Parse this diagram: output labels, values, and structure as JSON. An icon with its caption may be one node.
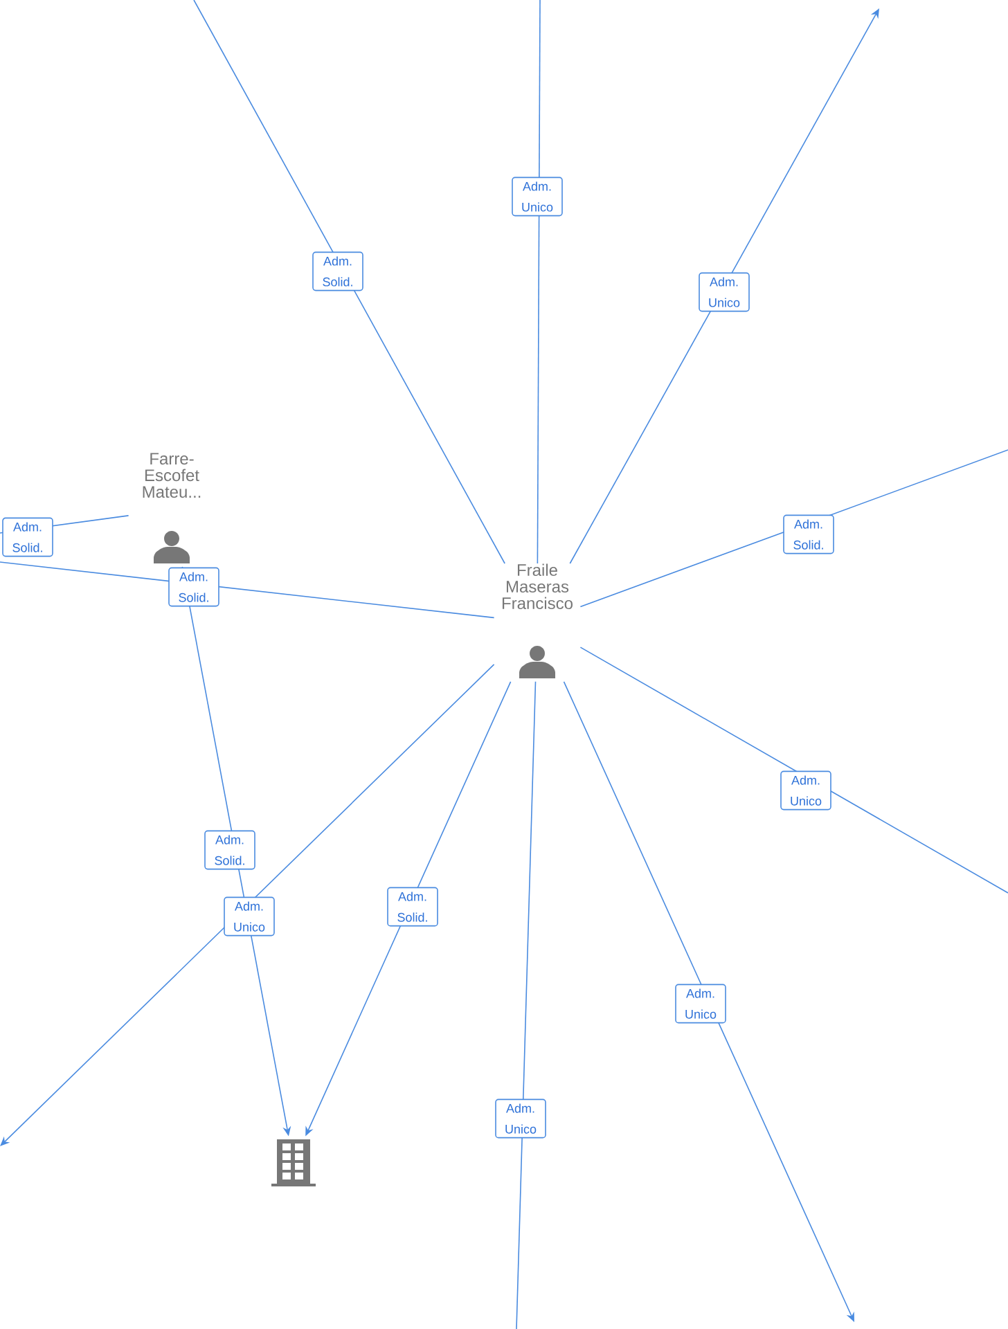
{
  "diagram": {
    "nodes": [
      {
        "text": [
          "Fraile Maseras Francisco"
        ]
      },
      {
        "text": [
          "Farre-Escofet Mateu..."
        ]
      },
      {
        "text": [],
        "shape": "building"
      }
    ],
    "edges": [
      {
        "from": 0,
        "to": null,
        "arrow": "none",
        "label": "Adm. Solid."
      },
      {
        "from": 0,
        "to": null,
        "arrow": "none",
        "label": "Adm. Unico"
      },
      {
        "from": 0,
        "to": null,
        "arrow": "to",
        "label": "Adm. Unico"
      },
      {
        "from": 0,
        "to": null,
        "arrow": "none",
        "label": "Adm. Solid."
      },
      {
        "from": 0,
        "to": null,
        "arrow": "none",
        "label": "Adm. Unico"
      },
      {
        "from": 0,
        "to": null,
        "arrow": "to",
        "label": "Adm. Unico"
      },
      {
        "from": 0,
        "to": null,
        "arrow": "none",
        "label": "Adm. Unico"
      },
      {
        "from": 0,
        "to": 2,
        "arrow": "to",
        "label": "Adm. Solid."
      },
      {
        "from": 0,
        "to": null,
        "arrow": "to",
        "label": "Adm. Unico"
      },
      {
        "from": 0,
        "to": null,
        "arrow": "none",
        "label": "Adm. Solid."
      },
      {
        "from": 1,
        "to": null,
        "arrow": "none",
        "label": "Adm. Solid."
      },
      {
        "from": 1,
        "to": 2,
        "arrow": "to",
        "label": "Adm. Solid."
      }
    ]
  }
}
